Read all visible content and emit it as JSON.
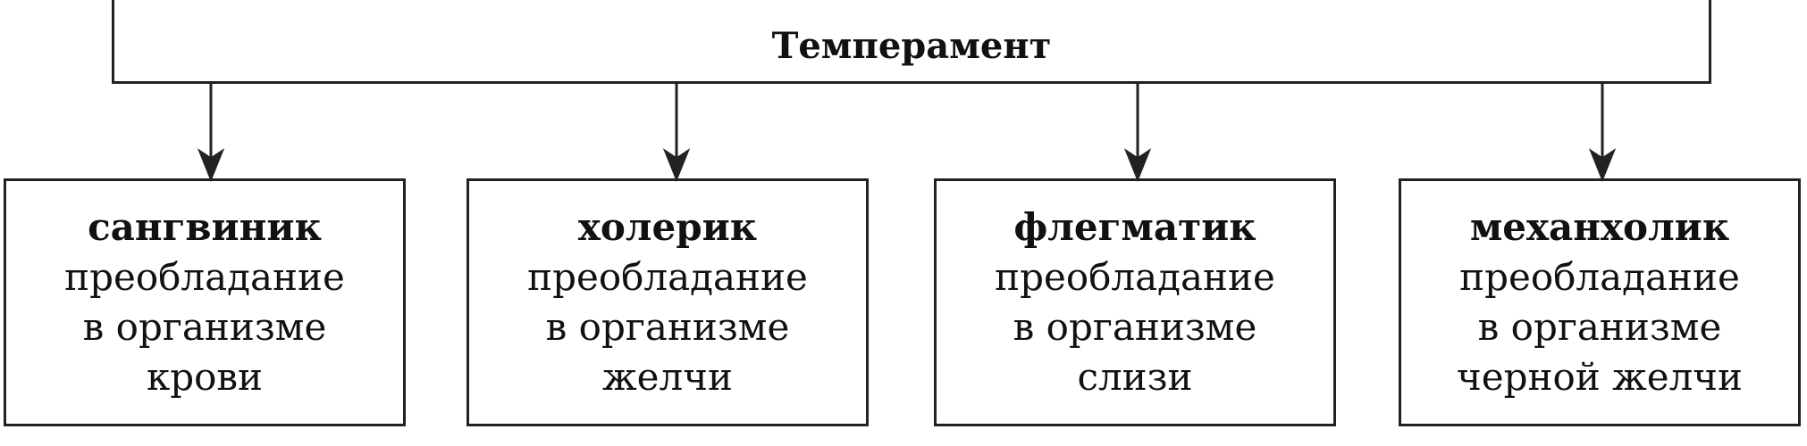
{
  "title": "Темперамент",
  "types": [
    {
      "name": "сангвиник",
      "lines": [
        "преобладание",
        "в организме",
        "крови"
      ]
    },
    {
      "name": "холерик",
      "lines": [
        "преобладание",
        "в организме",
        "желчи"
      ]
    },
    {
      "name": "флегматик",
      "lines": [
        "преобладание",
        "в организме",
        "слизи"
      ]
    },
    {
      "name": "механхолик",
      "lines": [
        "преобладание",
        "в организме",
        "черной желчи"
      ]
    }
  ]
}
